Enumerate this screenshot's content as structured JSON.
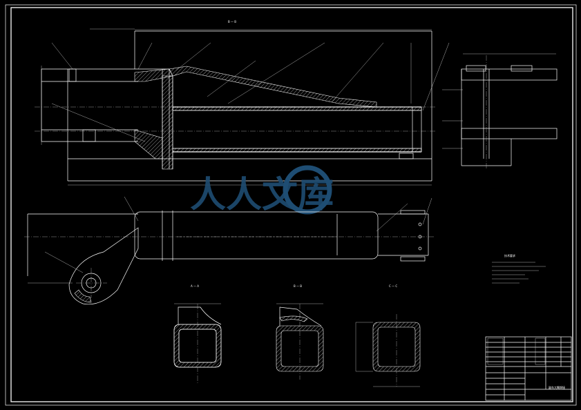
{
  "views": {
    "main_section_label": "B — B",
    "section_a_label": "A — A",
    "section_b_label": "B — B",
    "section_c_label": "C — C"
  },
  "title_block": {
    "drawing_title": "副车大臂焊接"
  },
  "technical_requirements": {
    "heading": "技术要求"
  },
  "watermark": {
    "text": "人人文库"
  }
}
